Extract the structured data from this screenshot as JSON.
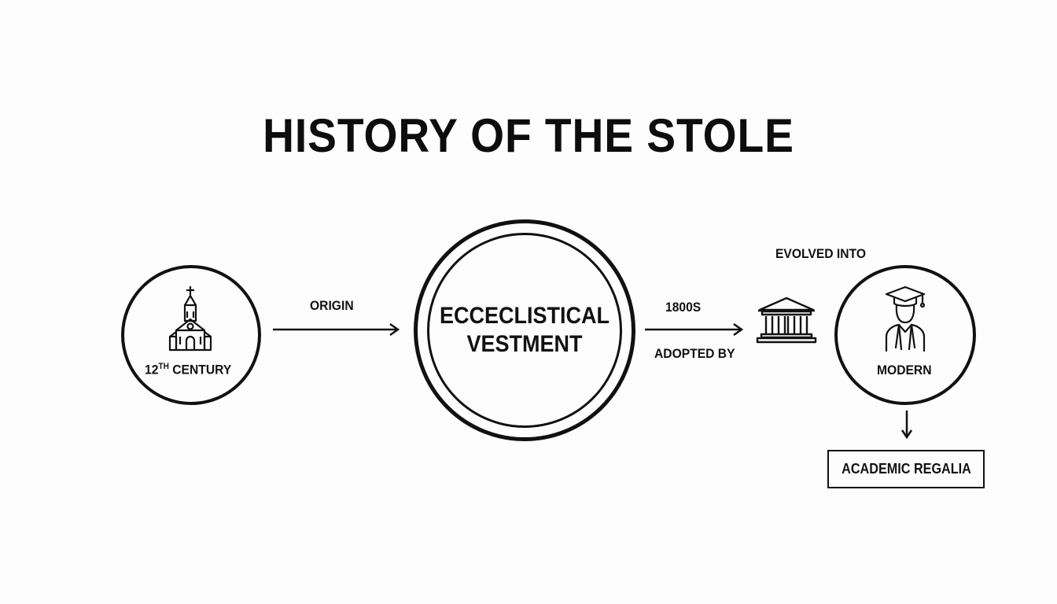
{
  "title": "HISTORY OF THE STOLE",
  "nodes": {
    "origin_node": {
      "label_prefix": "12",
      "label_sup": "TH",
      "label_suffix": " CENTURY",
      "icon": "church-icon"
    },
    "center_node": {
      "line1": "ECCECLISTICAL",
      "line2": "VESTMENT"
    },
    "modern_node": {
      "label": "MODERN",
      "icon": "graduate-icon"
    }
  },
  "connectors": {
    "origin_label": "ORIGIN",
    "period_label": "1800S",
    "adopted_label": "ADOPTED BY",
    "evolved_label": "EVOLVED INTO",
    "institution_icon": "academic-building-icon"
  },
  "result": {
    "label": "ACADEMIC REGALIA"
  }
}
